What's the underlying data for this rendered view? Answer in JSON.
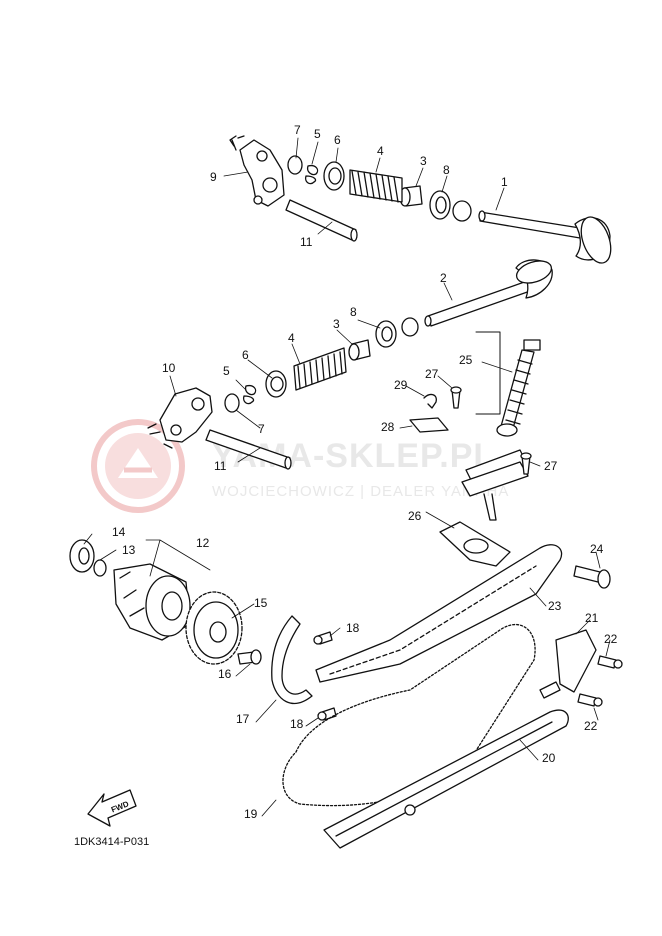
{
  "diagram_code": "1DK3414-P031",
  "watermark": {
    "title": "YAMA-SKLEP.PL",
    "subtitle": "WOJCIECHOWICZ | DEALER YAMAHA",
    "color": "#e8e8e8",
    "logo_color": "#f3c9c9"
  },
  "fwd_label": "FWD",
  "part_numbers": {
    "p1": "1",
    "p2": "2",
    "p3a": "3",
    "p3b": "3",
    "p4a": "4",
    "p4b": "4",
    "p5a": "5",
    "p5b": "5",
    "p6a": "6",
    "p6b": "6",
    "p7a": "7",
    "p7b": "7",
    "p8a": "8",
    "p8b": "8",
    "p9": "9",
    "p10": "10",
    "p11a": "11",
    "p11b": "11",
    "p12": "12",
    "p13": "13",
    "p14": "14",
    "p15": "15",
    "p16": "16",
    "p17": "17",
    "p18a": "18",
    "p18b": "18",
    "p19": "19",
    "p20": "20",
    "p21": "21",
    "p22a": "22",
    "p22b": "22",
    "p23": "23",
    "p24": "24",
    "p25": "25",
    "p26": "26",
    "p27a": "27",
    "p27b": "27",
    "p28": "28",
    "p29": "29"
  }
}
